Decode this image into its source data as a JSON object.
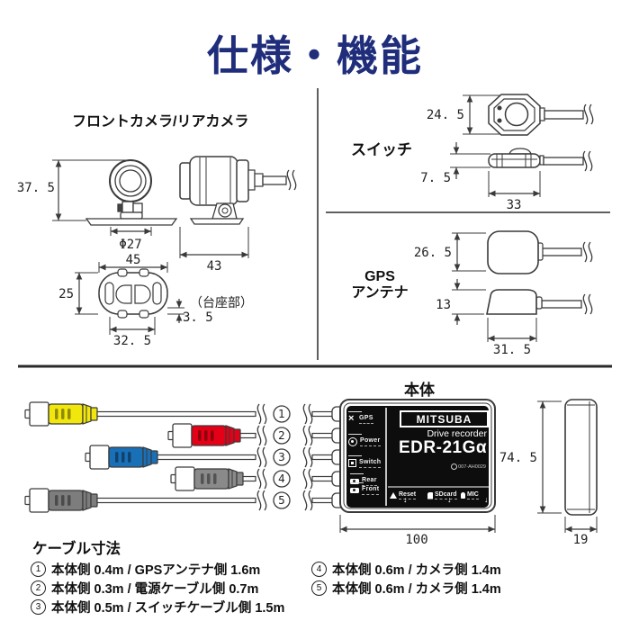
{
  "title": "仕様・機能",
  "camera": {
    "heading": "フロントカメラ/リアカメラ",
    "base_note": "（台座部）",
    "dims": {
      "height": "37. 5",
      "lens": "Φ27",
      "length": "43",
      "base_width": "45",
      "base_depth": "25",
      "slot_pitch": "32. 5",
      "thickness": "3. 5"
    }
  },
  "switch": {
    "heading": "スイッチ",
    "dims": {
      "size": "24. 5",
      "thickness": "7. 5",
      "length": "33"
    }
  },
  "gps": {
    "heading_line1": "GPS",
    "heading_line2": "アンテナ",
    "dims": {
      "size": "26. 5",
      "height": "13",
      "length": "31. 5"
    }
  },
  "unit": {
    "heading": "本体",
    "brand": "MITSUBA",
    "product": "Drive recorder",
    "model": "EDR-21Gα",
    "cert": "007-AH0029",
    "ports": [
      "GPS",
      "Power",
      "Switch",
      "Rear",
      "Front"
    ],
    "bottom_labels": [
      "Reset",
      "SDcard",
      "MIC"
    ],
    "dims": {
      "width": "100",
      "height": "74. 5",
      "depth": "19"
    }
  },
  "cables": {
    "numbers": [
      "1",
      "2",
      "3",
      "4",
      "5"
    ],
    "colors": {
      "c1": "#f2e70c",
      "c2": "#e60017",
      "c3": "#1a70b7",
      "c4": "#8a8a8a",
      "c5": "#7d7d7d"
    }
  },
  "cable_specs": {
    "heading": "ケーブル寸法",
    "items": [
      {
        "num": "1",
        "text": "本体側 0.4m / GPSアンテナ側 1.6m"
      },
      {
        "num": "2",
        "text": "本体側 0.3m / 電源ケーブル側 0.7m"
      },
      {
        "num": "3",
        "text": "本体側 0.5m / スイッチケーブル側 1.5m"
      },
      {
        "num": "4",
        "text": "本体側 0.6m / カメラ側 1.4m"
      },
      {
        "num": "5",
        "text": "本体側 0.6m / カメラ側 1.4m"
      }
    ]
  },
  "colors": {
    "title": "#1f2d7a",
    "line": "#3a3a3a",
    "panel": "#0d0d0d"
  }
}
